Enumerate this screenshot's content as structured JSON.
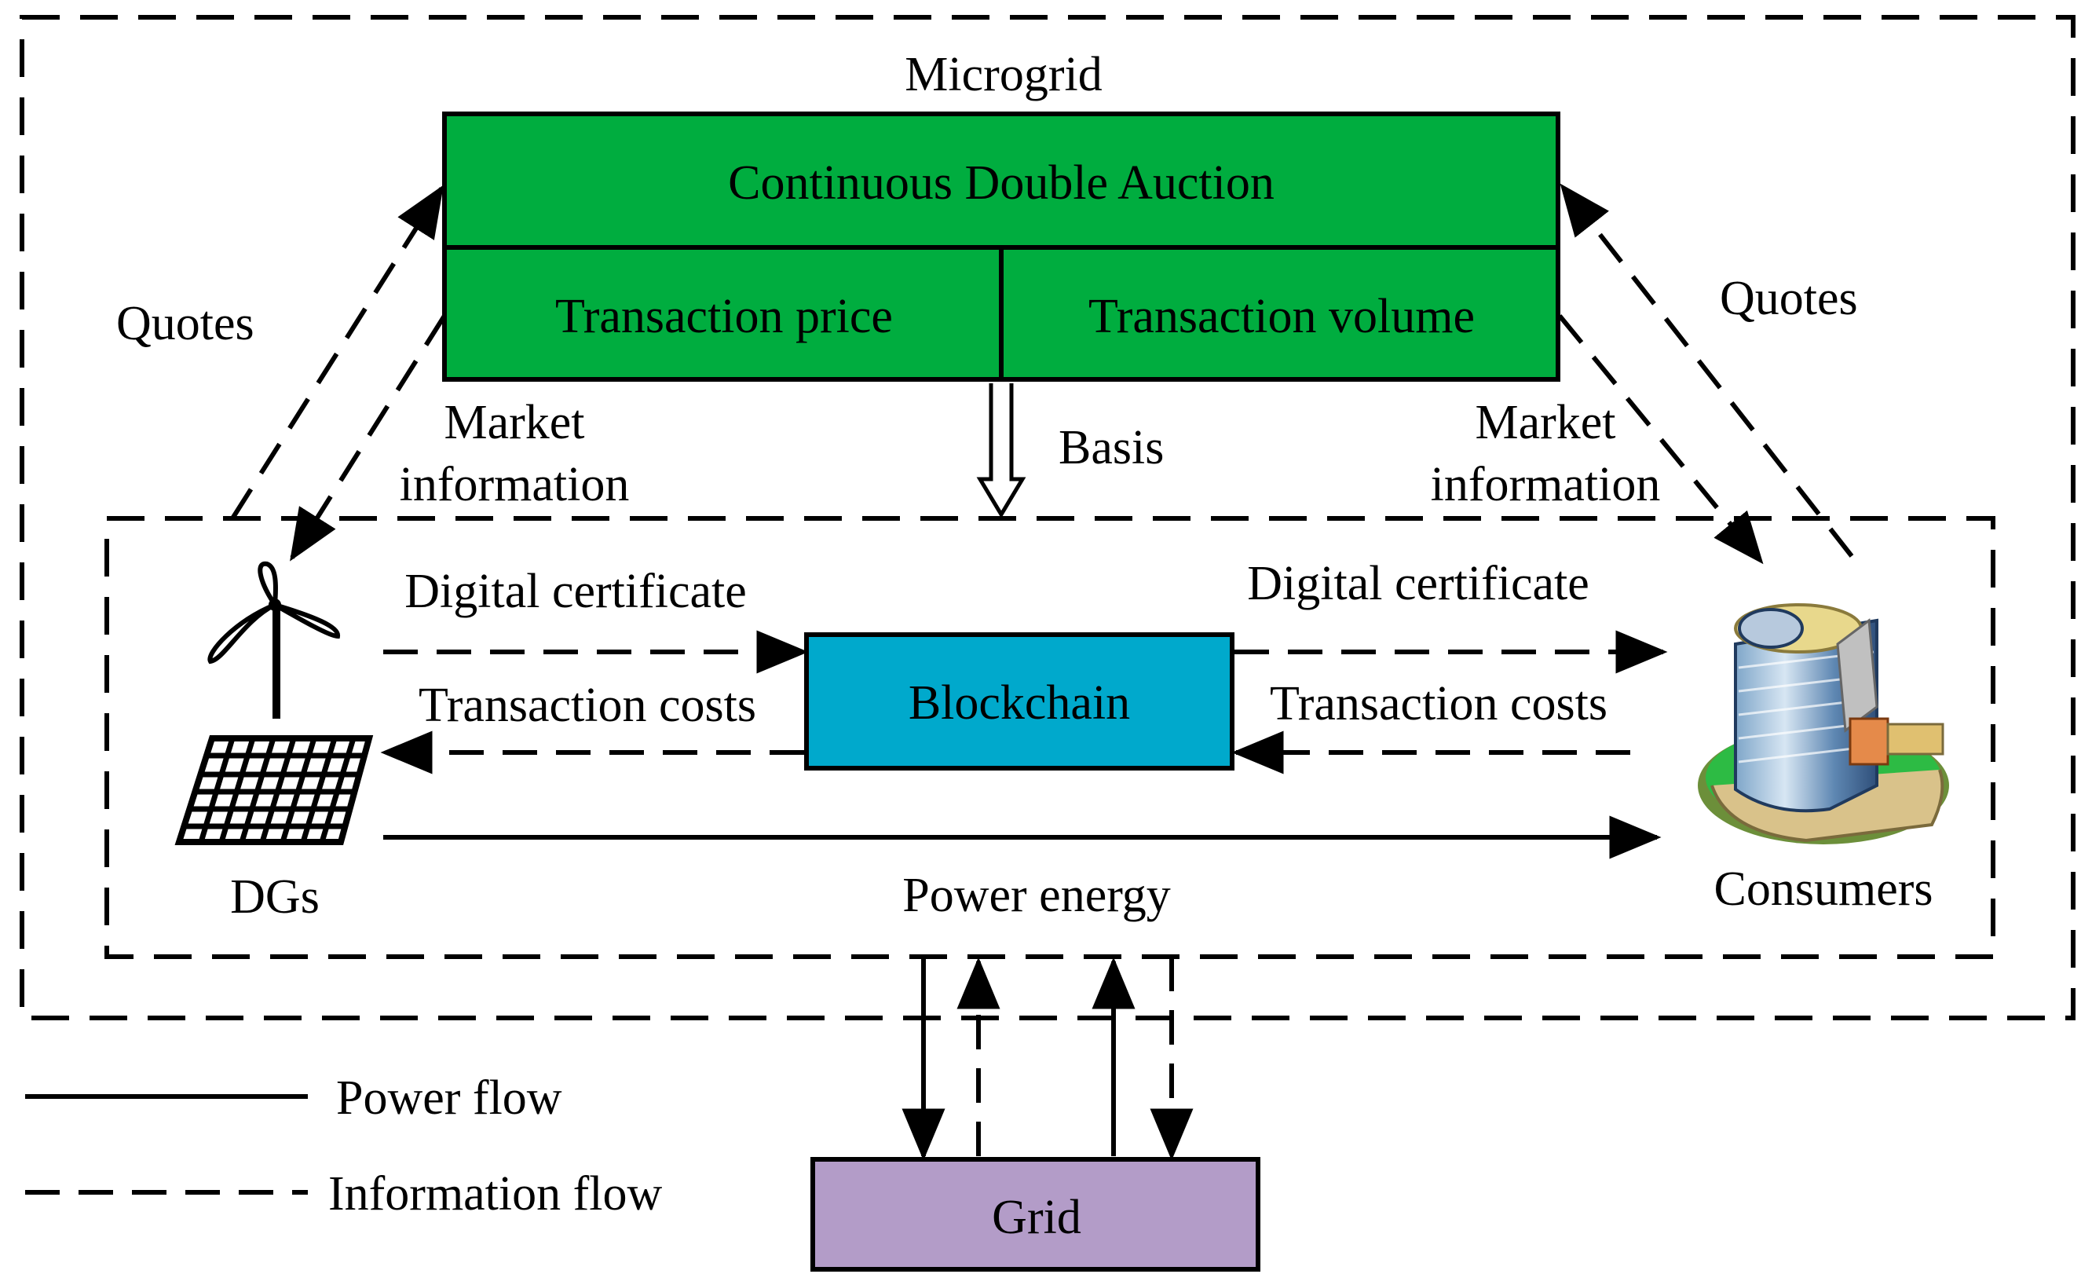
{
  "colors": {
    "auction_fill": "#00ad3f",
    "blockchain_fill": "#00a9cc",
    "grid_fill": "#b39cc8",
    "line": "#000000"
  },
  "labels": {
    "microgrid": "Microgrid",
    "auction": "Continuous Double Auction",
    "transaction_price": "Transaction price",
    "transaction_volume": "Transaction volume",
    "quotes_left": "Quotes",
    "quotes_right": "Quotes",
    "market_left_1": "Market",
    "market_left_2": "information",
    "market_right_1": "Market",
    "market_right_2": "information",
    "basis": "Basis",
    "digital_cert_left": "Digital certificate",
    "digital_cert_right": "Digital certificate",
    "blockchain": "Blockchain",
    "transaction_costs_left": "Transaction costs",
    "transaction_costs_right": "Transaction costs",
    "dgs": "DGs",
    "power_energy": "Power energy",
    "consumers": "Consumers",
    "grid": "Grid"
  },
  "legend": {
    "power_flow": "Power flow",
    "information_flow": "Information flow"
  },
  "icons": {
    "dg_wind": "wind-turbine-icon",
    "dg_solar": "solar-panel-icon",
    "consumer": "office-building-icon"
  }
}
